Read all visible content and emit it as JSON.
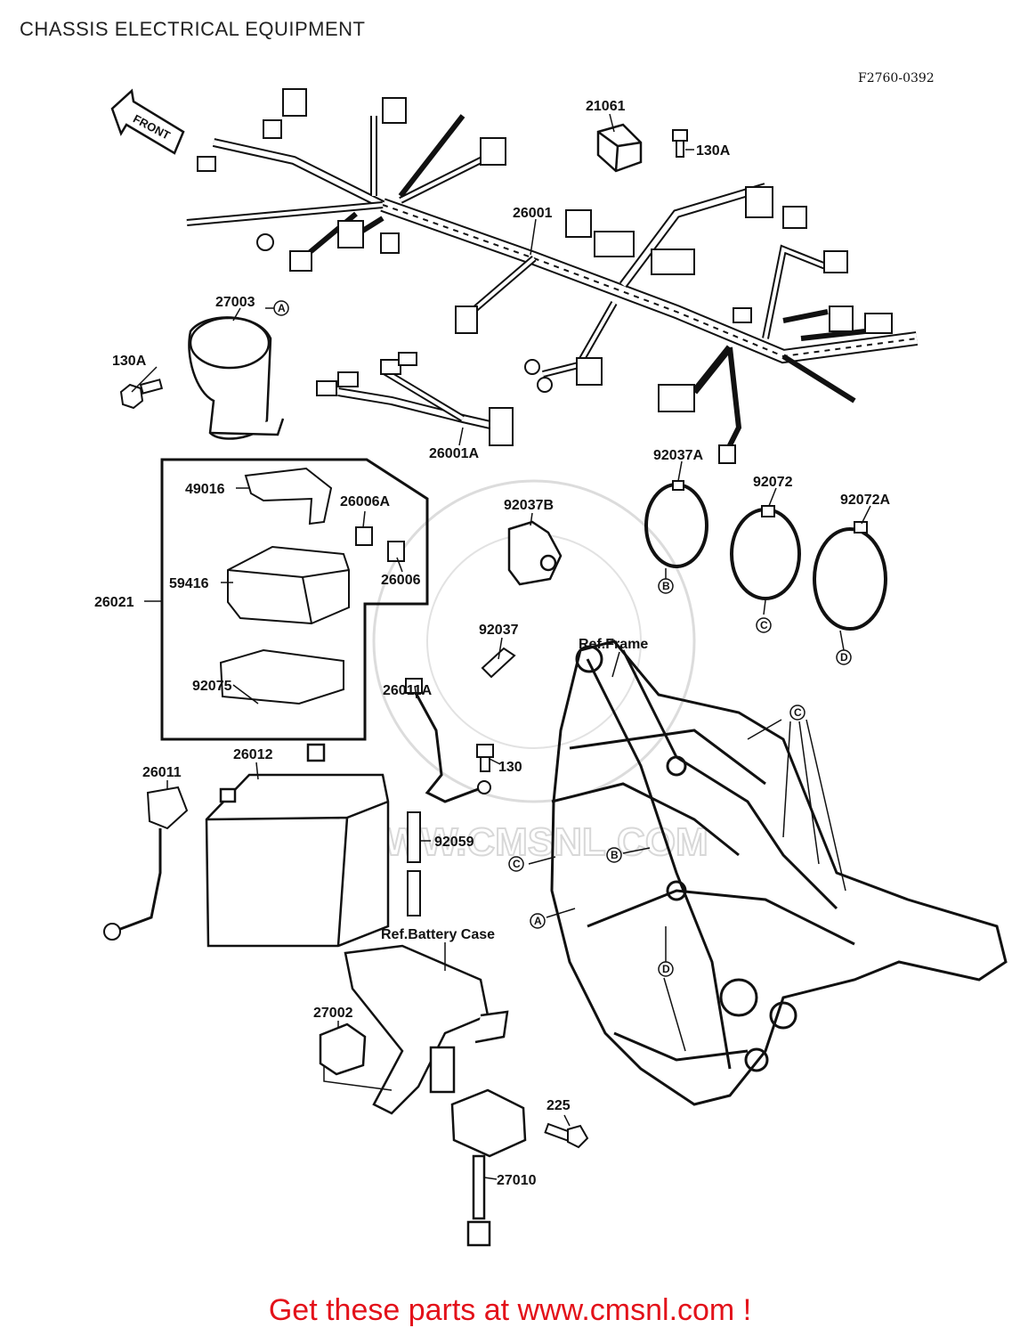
{
  "page": {
    "title": "CHASSIS ELECTRICAL EQUIPMENT",
    "figure_code": "F2760-0392",
    "footer": "Get these parts at www.cmsnl.com !",
    "watermark": "WWW.CMSNL.COM",
    "front_arrow": "FRONT",
    "footer_color": "#e3121a"
  },
  "labels": {
    "l21061": "21061",
    "l130A_top": "130A",
    "l26001": "26001",
    "l27003": "27003",
    "l130A_left": "130A",
    "l26001A": "26001A",
    "l49016": "49016",
    "l26006A": "26006A",
    "l59416": "59416",
    "l26006": "26006",
    "l26021": "26021",
    "l92075": "92075",
    "l92037B": "92037B",
    "l92037A": "92037A",
    "l92072": "92072",
    "l92072A": "92072A",
    "l92037": "92037",
    "lRefFrame": "Ref.Frame",
    "l26011A": "26011A",
    "l130": "130",
    "l26012": "26012",
    "l26011": "26011",
    "l92059": "92059",
    "lRefBatteryCase": "Ref.Battery Case",
    "l27002": "27002",
    "l225": "225",
    "l27010": "27010"
  },
  "callouts": {
    "a1": "A",
    "a2": "A",
    "b1": "B",
    "b2": "B",
    "c1": "C",
    "c2": "C",
    "c3": "C",
    "d1": "D",
    "d2": "D"
  }
}
